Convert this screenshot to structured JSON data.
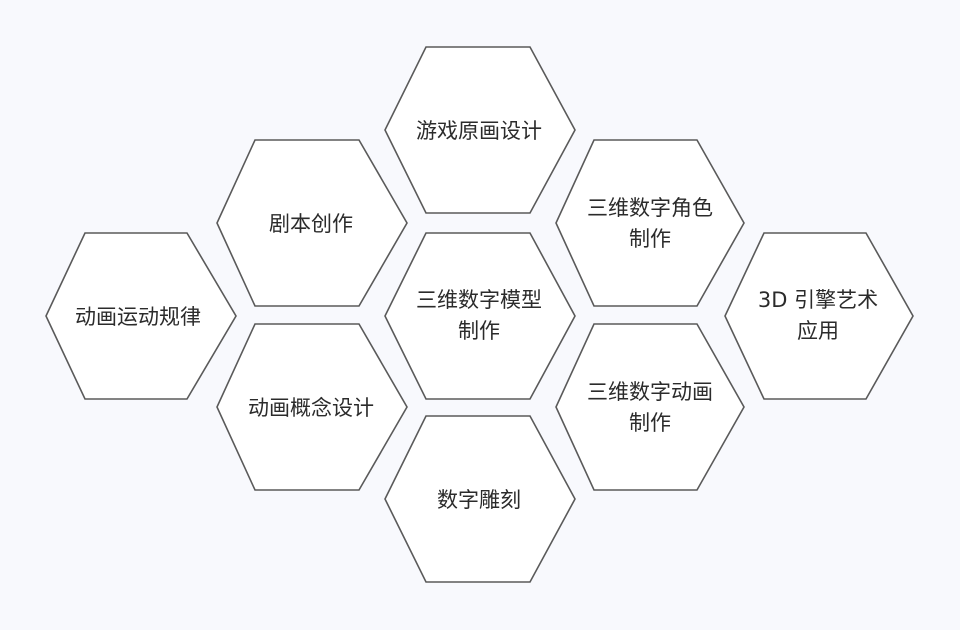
{
  "diagram": {
    "hexagons": [
      {
        "id": "animation-motion",
        "lines": [
          "动画运动规律"
        ]
      },
      {
        "id": "script-writing",
        "lines": [
          "剧本创作"
        ]
      },
      {
        "id": "animation-concept",
        "lines": [
          "动画概念设计"
        ]
      },
      {
        "id": "game-concept-art",
        "lines": [
          "游戏原画设计"
        ]
      },
      {
        "id": "3d-model",
        "lines": [
          "三维数字模型",
          "制作"
        ]
      },
      {
        "id": "digital-sculpting",
        "lines": [
          "数字雕刻"
        ]
      },
      {
        "id": "3d-character",
        "lines": [
          "三维数字角色",
          "制作"
        ]
      },
      {
        "id": "3d-animation",
        "lines": [
          "三维数字动画",
          "制作"
        ]
      },
      {
        "id": "3d-engine",
        "lines": [
          "3D 引擎艺术",
          "应用"
        ]
      }
    ]
  }
}
